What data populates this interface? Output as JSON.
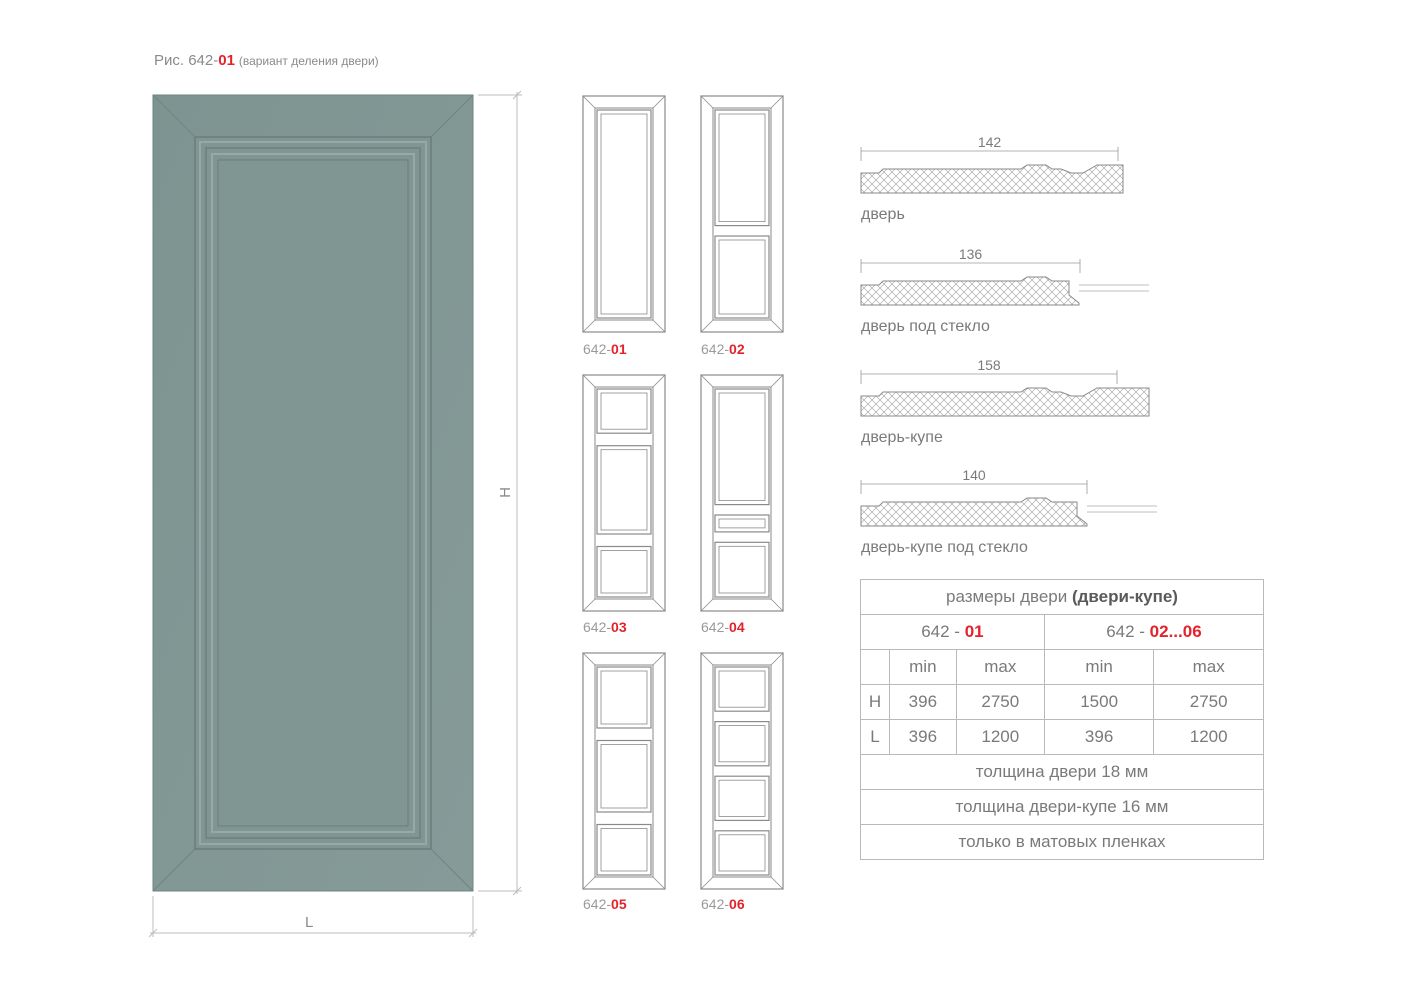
{
  "caption": {
    "prefix": "Рис. 642-",
    "code": "01",
    "note": "(вариант деления двери)"
  },
  "main_door": {
    "color": "#7f9693",
    "width_label": "L",
    "height_label": "H"
  },
  "thumbnails": [
    {
      "prefix": "642-",
      "code": "01"
    },
    {
      "prefix": "642-",
      "code": "02"
    },
    {
      "prefix": "642-",
      "code": "03"
    },
    {
      "prefix": "642-",
      "code": "04"
    },
    {
      "prefix": "642-",
      "code": "05"
    },
    {
      "prefix": "642-",
      "code": "06"
    }
  ],
  "profiles": [
    {
      "dimension": "142",
      "label": "дверь"
    },
    {
      "dimension": "136",
      "label": "дверь под стекло"
    },
    {
      "dimension": "158",
      "label": "дверь-купе"
    },
    {
      "dimension": "140",
      "label": "дверь-купе под стекло"
    }
  ],
  "spec_table": {
    "title_plain": "размеры двери ",
    "title_bold": "(двери-купе)",
    "group1": {
      "prefix": "642 - ",
      "code": "01"
    },
    "group2": {
      "prefix": "642 - ",
      "code": "02...06"
    },
    "col_min": "min",
    "col_max": "max",
    "rows": [
      {
        "label": "H",
        "values": [
          "396",
          "2750",
          "1500",
          "2750"
        ]
      },
      {
        "label": "L",
        "values": [
          "396",
          "1200",
          "396",
          "1200"
        ]
      }
    ],
    "notes": [
      "толщина двери 18 мм",
      "толщина двери-купе 16 мм",
      "только в матовых пленках"
    ]
  },
  "colors": {
    "accent": "#e3232b",
    "door": "#7f9693",
    "line": "#9a9a9a"
  }
}
